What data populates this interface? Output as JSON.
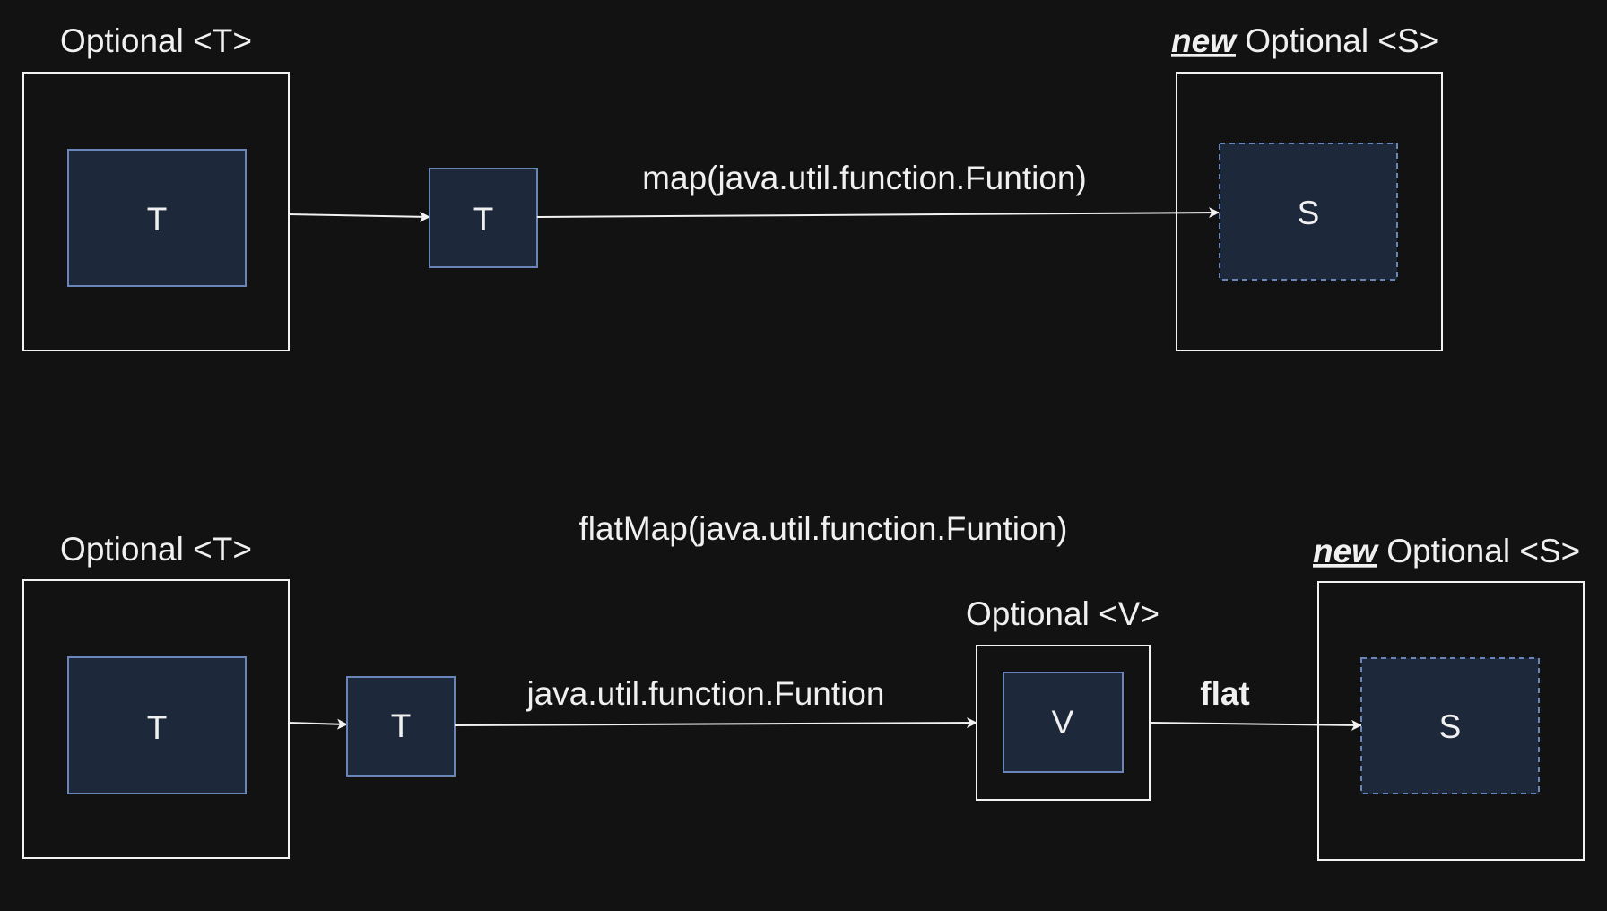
{
  "map_row": {
    "source_title": "Optional <T>",
    "source_value": "T",
    "unwrapped_value": "T",
    "function_label": "map(java.util.function.Funtion)",
    "result_title_new": "new",
    "result_title_rest": " Optional <S>",
    "result_value": "S"
  },
  "flatmap_row": {
    "heading": "flatMap(java.util.function.Funtion)",
    "source_title": "Optional <T>",
    "source_value": "T",
    "unwrapped_value": "T",
    "function_label": "java.util.function.Funtion",
    "intermediate_title": "Optional <V>",
    "intermediate_value": "V",
    "flat_label": "flat",
    "result_title_new": "new",
    "result_title_rest": " Optional <S>",
    "result_value": "S"
  },
  "colors": {
    "background": "#121212",
    "outline": "#f2f2f2",
    "inner_fill": "#1d293b",
    "inner_stroke": "#6a86b8",
    "text": "#f0f0f0"
  }
}
